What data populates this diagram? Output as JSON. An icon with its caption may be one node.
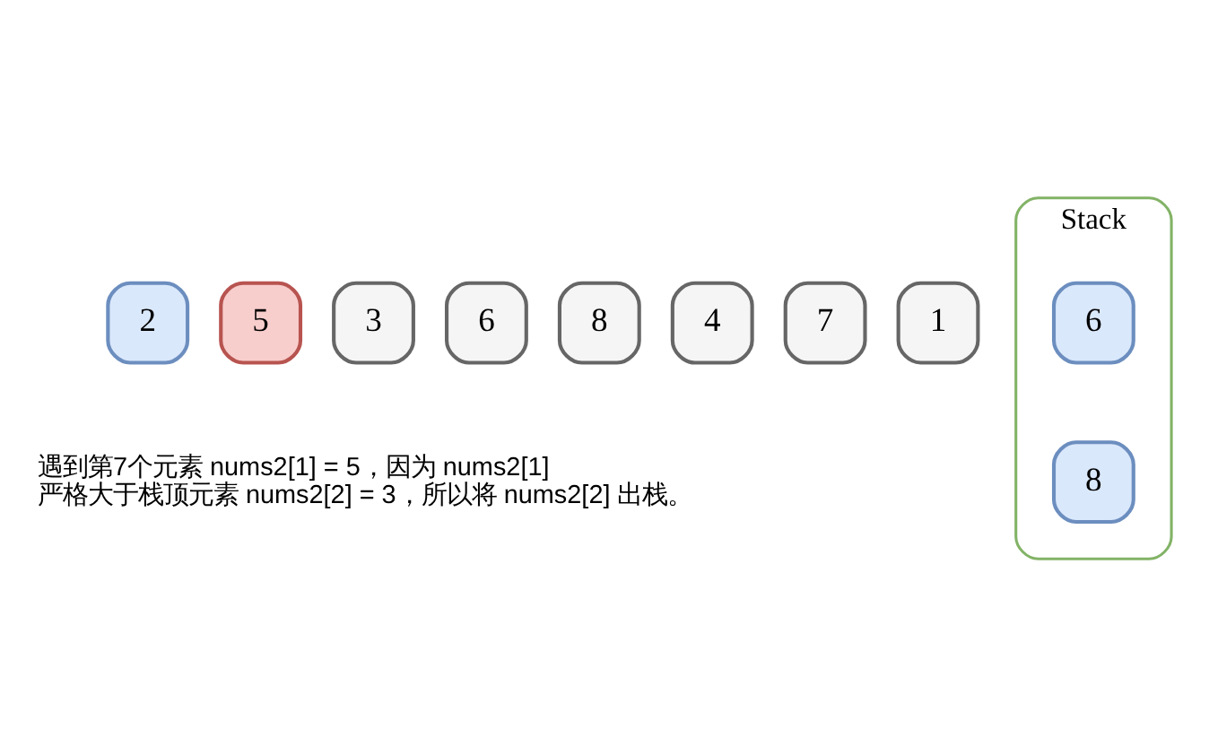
{
  "diagram": {
    "nodes": [
      {
        "text": [
          "2"
        ]
      },
      {
        "text": [
          "5"
        ]
      },
      {
        "text": [
          "3"
        ]
      },
      {
        "text": [
          "6"
        ]
      },
      {
        "text": [
          "8"
        ]
      },
      {
        "text": [
          "4"
        ]
      },
      {
        "text": [
          "7"
        ]
      },
      {
        "text": [
          "1"
        ]
      },
      {
        "text": [
          "Stack"
        ]
      },
      {
        "text": [
          "6"
        ],
        "in": 8
      },
      {
        "text": [
          "8"
        ],
        "in": 8
      }
    ],
    "labels": [
      "遇到第7个元素 nums2[1] = 5，因为 nums2[1] 严格大于栈顶元素 nums2[2] = 3，所以将 nums2[2] 出栈。"
    ]
  }
}
